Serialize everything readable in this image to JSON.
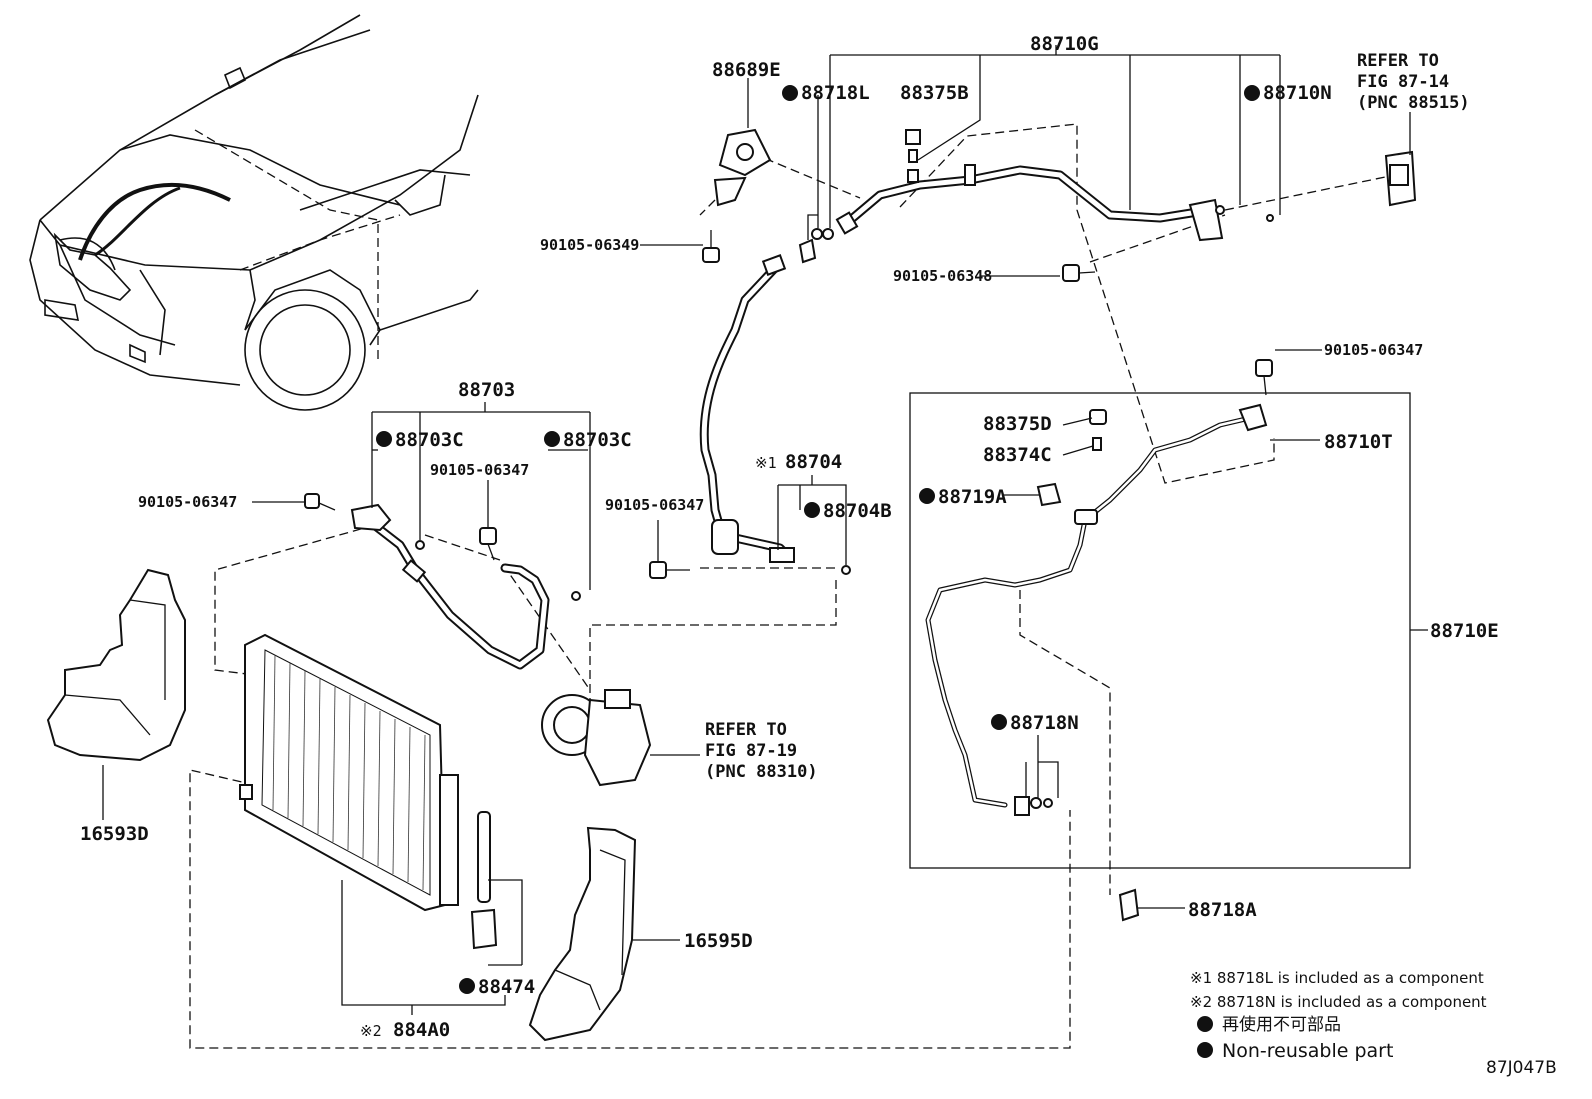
{
  "parts": {
    "p88710G": "88710G",
    "p88689E": "88689E",
    "p88718L": "88718L",
    "p88375B": "88375B",
    "p88710N": "88710N",
    "ref1": [
      "REFER TO",
      "FIG 87-14",
      "(PNC 88515)"
    ],
    "p90105_06349": "90105-06349",
    "p90105_06348": "90105-06348",
    "p90105_06347_r": "90105-06347",
    "p88703": "88703",
    "p88703C_a": "88703C",
    "p88703C_b": "88703C",
    "p90105_06347_l": "90105-06347",
    "p90105_06347_c": "90105-06347",
    "p90105_06347_m": "90105-06347",
    "p88704_prefix": "※1",
    "p88704": "88704",
    "p88704B": "88704B",
    "p88375D": "88375D",
    "p88374C": "88374C",
    "p88719A": "88719A",
    "p88710T": "88710T",
    "p88710E": "88710E",
    "p88718N": "88718N",
    "p88718A": "88718A",
    "ref2": [
      "REFER TO",
      "FIG 87-19",
      "(PNC 88310)"
    ],
    "p16593D": "16593D",
    "p16595D": "16595D",
    "p88474": "88474",
    "p884A0_prefix": "※2",
    "p884A0": "884A0"
  },
  "legend": {
    "note1": "※1 88718L is included as a component",
    "note2": "※2 88718N is included as a component",
    "jp": "再使用不可部品",
    "en": "Non-reusable part"
  },
  "figure_id": "87J047B"
}
